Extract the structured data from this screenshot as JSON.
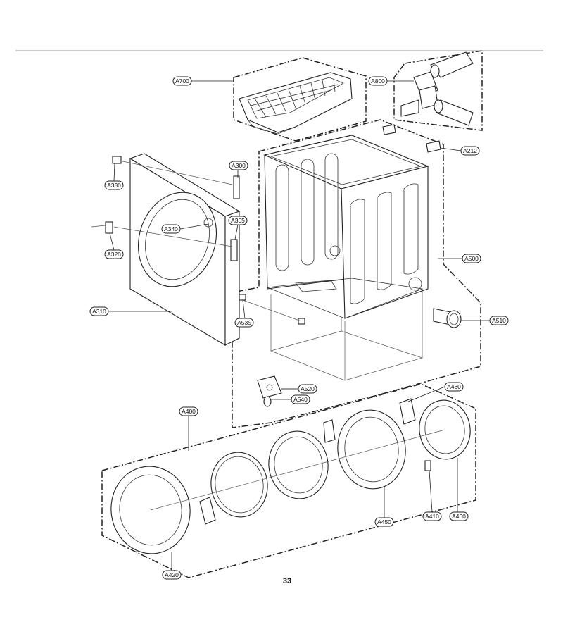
{
  "diagram": {
    "page_number": "33",
    "callouts": [
      {
        "id": "A700",
        "text": "A700"
      },
      {
        "id": "A800",
        "text": "A800"
      },
      {
        "id": "A212",
        "text": "A212"
      },
      {
        "id": "A300",
        "text": "A300"
      },
      {
        "id": "A330",
        "text": "A330"
      },
      {
        "id": "A340",
        "text": "A340"
      },
      {
        "id": "A305",
        "text": "A305"
      },
      {
        "id": "A320",
        "text": "A320"
      },
      {
        "id": "A310",
        "text": "A310"
      },
      {
        "id": "A500",
        "text": "A500"
      },
      {
        "id": "A535",
        "text": "A535"
      },
      {
        "id": "A510",
        "text": "A510"
      },
      {
        "id": "A520",
        "text": "A520"
      },
      {
        "id": "A540",
        "text": "A540"
      },
      {
        "id": "A430",
        "text": "A430"
      },
      {
        "id": "A400",
        "text": "A400"
      },
      {
        "id": "A450",
        "text": "A450"
      },
      {
        "id": "A410",
        "text": "A410"
      },
      {
        "id": "A460",
        "text": "A460"
      },
      {
        "id": "A420",
        "text": "A420"
      }
    ]
  }
}
